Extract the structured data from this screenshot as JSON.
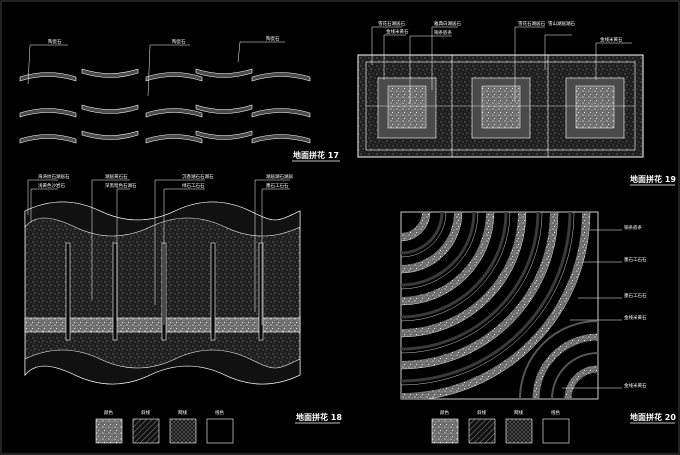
{
  "colors": {
    "background": "#000000",
    "line": "#ffffff",
    "fill": "#5a5a5a"
  },
  "d17": {
    "title": "地面拼花 17",
    "labels": [
      "陶瓷石",
      "陶瓷石",
      "陶瓷石"
    ]
  },
  "d19": {
    "title": "地面拼花 19",
    "labels": [
      "雪花石湖居石",
      "金线米黄石",
      "雅典白湖居石",
      "铜条嵌条",
      "雪花石湖居石",
      "雪山湖居湖石",
      "金线米黄石"
    ]
  },
  "d18": {
    "title": "地面拼花 18",
    "labels": [
      "海涛纹石湖居石",
      "浅黄色沙岩石",
      "湖居黄石石",
      "深黑暗色石湖石",
      "沉香湖石石湖石",
      "绿石工石石",
      "湖居湖石湖居",
      "墨石工石石"
    ],
    "legend": [
      "颜色",
      "斜线",
      "网线",
      "线色"
    ]
  },
  "d20": {
    "title": "地面拼花 20",
    "labels": [
      "铜条嵌条",
      "墨石工石石",
      "墨石工石石",
      "金线米黄石",
      "金线米黄石"
    ],
    "legend": [
      "颜色",
      "斜线",
      "网线",
      "线色"
    ]
  }
}
